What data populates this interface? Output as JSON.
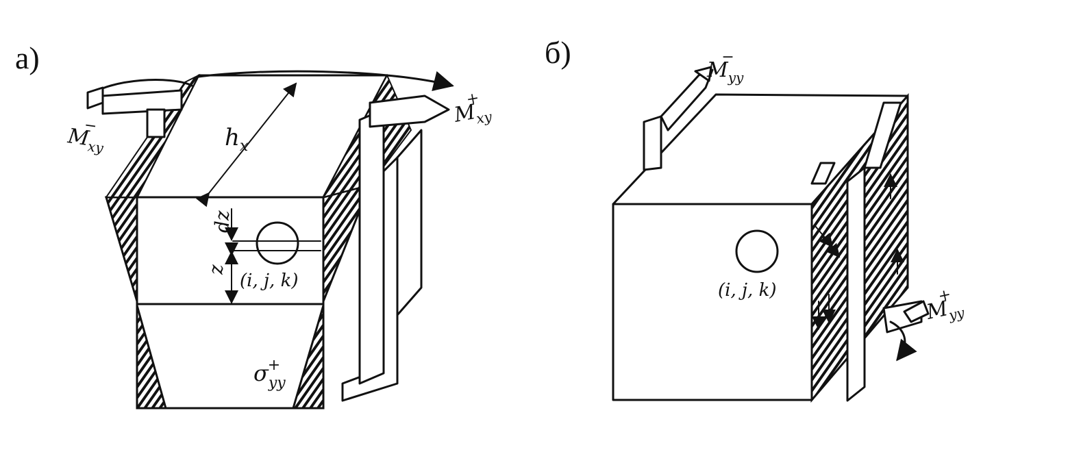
{
  "panel_a": {
    "label": "а)",
    "moment_neg": "M",
    "moment_neg_sub": "xy",
    "moment_neg_sup": "−",
    "moment_pos": "M",
    "moment_pos_sub": "xy",
    "moment_pos_sup": "+",
    "thickness": "h",
    "thickness_sub": "x",
    "dz_label": "dz",
    "z_label": "z",
    "index_label": "(i, j, k)",
    "stress": "σ",
    "stress_sub": "yy",
    "stress_sup": "+"
  },
  "panel_b": {
    "label": "б)",
    "moment_neg": "M",
    "moment_neg_sub": "yy",
    "moment_neg_sup": "−",
    "moment_pos": "M",
    "moment_pos_sub": "yy",
    "moment_pos_sup": "+",
    "index_label": "(i, j, k)"
  }
}
